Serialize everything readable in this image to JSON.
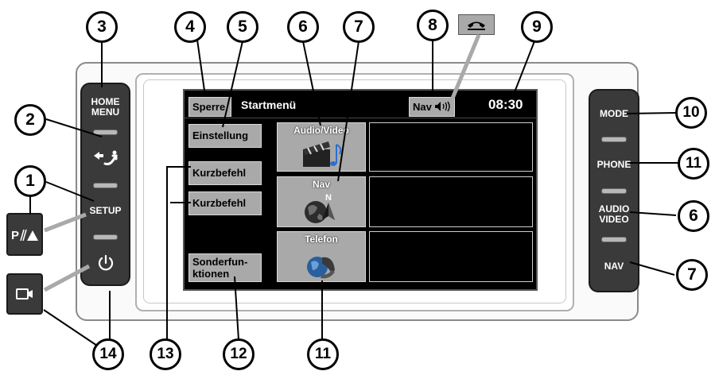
{
  "left_panel": {
    "home_menu": "HOME\nMENU",
    "setup": "SETUP"
  },
  "right_panel": {
    "mode": "MODE",
    "phone": "PHONE",
    "audio_video": "AUDIO\nVIDEO",
    "nav": "NAV"
  },
  "screen": {
    "lock": "Sperre",
    "title": "Startmenü",
    "nav_status": "Nav",
    "clock": "08:30",
    "settings": "Einstellung",
    "shortcut_1": "Kurzbefehl",
    "shortcut_2": "Kurzbefehl",
    "special_functions": "Sonderfun-\nktionen",
    "tile_audio_video": "Audio/Video",
    "tile_nav": "Nav",
    "tile_phone": "Telefon",
    "compass_n": "N"
  },
  "callouts": [
    "1",
    "2",
    "3",
    "4",
    "5",
    "6",
    "7",
    "8",
    "9",
    "10",
    "11",
    "6",
    "7",
    "14",
    "13",
    "12",
    "11"
  ]
}
